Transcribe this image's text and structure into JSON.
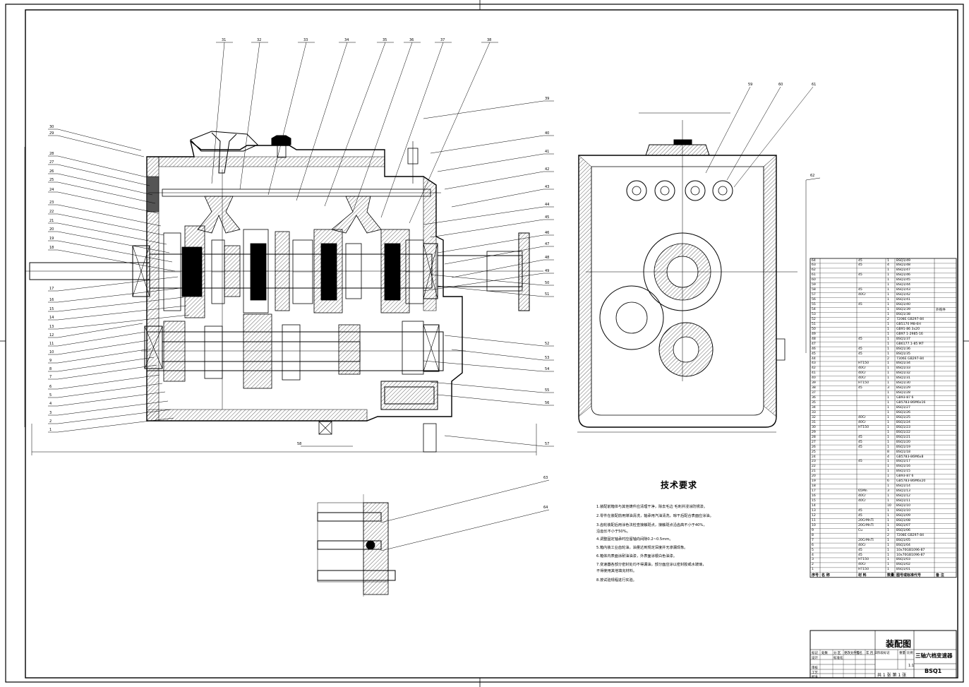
{
  "drawing": {
    "tech_title": "技术要求",
    "tech_items": [
      "1.装配前箱体与其他铸件应清理干净，除去毛边 毛刺并浸涂防锈漆。",
      "2.零件在装配前用煤油清洗，轴承用汽油清洗，晾干后配合表面应涂油。",
      "3.齿轮装配后用涂色法检查接触斑点，接触斑点沿齿高不小于40%，",
      "   沿齿长不小于50%。",
      "4.调整固定轴承时应留轴向间隙0.2~0.5mm。",
      "5.箱内装工业齿轮油，油量达到规定深度并无渗漏现象。",
      "6.箱体内表面涂耐油油漆，外表面涂银白色油漆。",
      "7.变速器各部分密封处均不得漏油，部分面应涂以密封胶或水玻璃，",
      "   不得使用其他填充材料。",
      "8.按试验规程进行实验。"
    ],
    "title": "装配图",
    "product_name": "三轴六档变速器",
    "drawing_code": "BSQ1",
    "scale": "1:1",
    "sheet_info": "共 1 张  第 1 张",
    "tb_labels": [
      "标记",
      "处数",
      "分 区",
      "更改文件号",
      "签名",
      "年 月 日",
      "设计",
      "标准化",
      "阶段标记",
      "重量",
      "比例",
      "审核",
      "工艺",
      "批准"
    ],
    "balloons_left": [
      "30",
      "29",
      "28",
      "27",
      "26",
      "25",
      "24",
      "23",
      "22",
      "21",
      "20",
      "19",
      "18",
      "17",
      "16",
      "15",
      "14",
      "13",
      "12",
      "11",
      "10",
      "9",
      "8",
      "7",
      "6",
      "5",
      "4",
      "3",
      "2",
      "1"
    ],
    "balloons_top": [
      "31",
      "32",
      "33",
      "34",
      "35",
      "36",
      "37",
      "38"
    ],
    "balloons_right": [
      "39",
      "40",
      "41",
      "42",
      "43",
      "44",
      "45",
      "46",
      "47",
      "48",
      "49",
      "50",
      "51",
      "52",
      "53",
      "54",
      "55",
      "56",
      "57"
    ],
    "balloons_misc": [
      "58",
      "59",
      "60",
      "61",
      "62",
      "63",
      "64"
    ],
    "bom_rows": [
      [
        "64",
        "",
        "45",
        "1",
        "BSQ1/49",
        ""
      ],
      [
        "63",
        "",
        "45",
        "4",
        "BSQ1/48",
        ""
      ],
      [
        "62",
        "",
        "",
        "1",
        "BSQ1/47",
        ""
      ],
      [
        "61",
        "",
        "45",
        "1",
        "BSQ1/46",
        ""
      ],
      [
        "60",
        "",
        "",
        "1",
        "BSQ1/45",
        ""
      ],
      [
        "59",
        "",
        "",
        "1",
        "BSQ1/44",
        ""
      ],
      [
        "58",
        "",
        "45",
        "1",
        "BSQ1/43",
        ""
      ],
      [
        "57",
        "",
        "40Cr",
        "1",
        "BSQ1/42",
        ""
      ],
      [
        "56",
        "",
        "",
        "1",
        "BSQ1/41",
        ""
      ],
      [
        "55",
        "",
        "45",
        "1",
        "BSQ1/40",
        ""
      ],
      [
        "54",
        "",
        "",
        "1",
        "BSQ1/39",
        "",
        ""
      ],
      [
        "53",
        "",
        "",
        "1",
        "BSQ1/38",
        ""
      ],
      [
        "52",
        "",
        "",
        "2",
        "7208E GB297-84",
        ""
      ],
      [
        "51",
        "",
        "",
        "1",
        "GB5170 M8-6H",
        ""
      ],
      [
        "50",
        "",
        "",
        "1",
        "GB91-86 3x20",
        ""
      ],
      [
        "49",
        "",
        "",
        "1",
        "GB97 1-2985-16",
        ""
      ],
      [
        "48",
        "",
        "45",
        "1",
        "BSQ1/37",
        ""
      ],
      [
        "47",
        "",
        "",
        "1",
        "GB6177.1-85 M7",
        ""
      ],
      [
        "46",
        "",
        "45",
        "1",
        "BSQ1/36",
        ""
      ],
      [
        "45",
        "",
        "45",
        "1",
        "BSQ1/35",
        ""
      ],
      [
        "44",
        "",
        "",
        "2",
        "7306E GB297-84",
        ""
      ],
      [
        "43",
        "",
        "HT150",
        "1",
        "BSQ1/34",
        ""
      ],
      [
        "42",
        "",
        "40Cr",
        "1",
        "BSQ1/33",
        ""
      ],
      [
        "41",
        "",
        "40Cr",
        "1",
        "BSQ1/32",
        ""
      ],
      [
        "40",
        "",
        "40Cr",
        "1",
        "BSQ1/31",
        ""
      ],
      [
        "39",
        "",
        "HT150",
        "1",
        "BSQ1/30",
        ""
      ],
      [
        "38",
        "",
        "45",
        "3",
        "BSQ1/29",
        ""
      ],
      [
        "37",
        "",
        "",
        "1",
        "BSQ1/28",
        ""
      ],
      [
        "36",
        "",
        "",
        "1",
        "GB93-87 6",
        ""
      ],
      [
        "35",
        "",
        "",
        "1",
        "GB5783-86M6x16",
        ""
      ],
      [
        "34",
        "",
        "",
        "1",
        "BSQ1/27",
        ""
      ],
      [
        "33",
        "",
        "",
        "1",
        "BSQ1/26",
        ""
      ],
      [
        "32",
        "",
        "40Cr",
        "1",
        "BSQ1/25",
        ""
      ],
      [
        "31",
        "",
        "40Cr",
        "1",
        "BSQ1/24",
        ""
      ],
      [
        "30",
        "",
        "HT150",
        "1",
        "BSQ1/23",
        ""
      ],
      [
        "29",
        "",
        "",
        "1",
        "BSQ1/22",
        ""
      ],
      [
        "28",
        "",
        "45",
        "1",
        "BSQ1/21",
        ""
      ],
      [
        "27",
        "",
        "45",
        "1",
        "BSQ1/20",
        ""
      ],
      [
        "26",
        "",
        "45",
        "1",
        "BSQ1/19",
        ""
      ],
      [
        "25",
        "",
        "",
        "8",
        "BSQ1/18",
        ""
      ],
      [
        "24",
        "",
        "",
        "4",
        "GB5783-86M6x8",
        ""
      ],
      [
        "23",
        "",
        "45",
        "1",
        "BSQ1/17",
        ""
      ],
      [
        "22",
        "",
        "",
        "1",
        "BSQ1/16",
        ""
      ],
      [
        "21",
        "",
        "",
        "1",
        "BSQ1/15",
        ""
      ],
      [
        "20",
        "",
        "",
        "1",
        "GB93-87 6",
        ""
      ],
      [
        "19",
        "",
        "",
        "6",
        "GB5783-86M6x20",
        ""
      ],
      [
        "18",
        "",
        "",
        "1",
        "BSQ1/14",
        ""
      ],
      [
        "17",
        "",
        "65Mn",
        "3",
        "BSQ1/13",
        ""
      ],
      [
        "16",
        "",
        "40Cr",
        "1",
        "BSQ1/12",
        ""
      ],
      [
        "15",
        "",
        "40Cr",
        "1",
        "BSQ1/11",
        ""
      ],
      [
        "14",
        "",
        "",
        "10",
        "BSQ1/10",
        ""
      ],
      [
        "13",
        "",
        "45",
        "1",
        "BSQ1/10",
        ""
      ],
      [
        "12",
        "",
        "45",
        "1",
        "BSQ1/09",
        ""
      ],
      [
        "11",
        "",
        "20CrMnTi",
        "1",
        "BSQ1/08",
        ""
      ],
      [
        "10",
        "",
        "20CrMnTi",
        "1",
        "BSQ1/07",
        ""
      ],
      [
        "9",
        "",
        "Cu",
        "1",
        "BSQ1/06",
        ""
      ],
      [
        "8",
        "",
        "",
        "2",
        "7208E GB297-84",
        ""
      ],
      [
        "7",
        "",
        "20CrMnTi",
        "1",
        "BSQ1/05",
        ""
      ],
      [
        "6",
        "",
        "40Cr",
        "1",
        "BSQ1/04",
        ""
      ],
      [
        "5",
        "",
        "45",
        "1",
        "10x70GB1096-87",
        ""
      ],
      [
        "4",
        "",
        "45",
        "1",
        "10x70GB1096-87",
        ""
      ],
      [
        "3",
        "",
        "HT150",
        "1",
        "BSQ1/03",
        ""
      ],
      [
        "2",
        "",
        "40Cr",
        "1",
        "BSQ1/02",
        ""
      ],
      [
        "1",
        "",
        "HT150",
        "1",
        "BSQ1/01",
        ""
      ]
    ],
    "bom_header": [
      "序号",
      "名 称",
      "材 料",
      "数量",
      "图号或标准代号",
      "备 注"
    ],
    "bom_note": "外购件"
  }
}
